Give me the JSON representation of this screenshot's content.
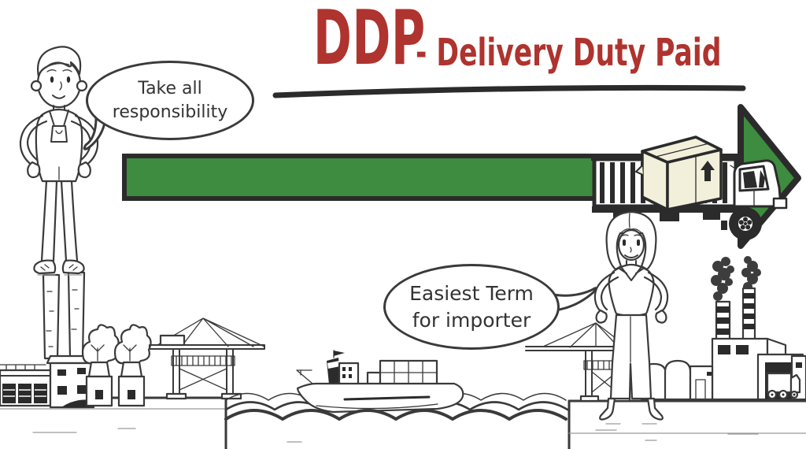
{
  "title": {
    "acronym": "DDP",
    "rest": "- Delivery Duty Paid"
  },
  "speech_bubbles": {
    "exporter": {
      "lines": [
        "Take all",
        "responsibility"
      ]
    },
    "importer": {
      "lines": [
        "Easiest Term",
        "for importer"
      ]
    }
  },
  "colors": {
    "title_red": "#AF332E",
    "arrow_green": "#3E8C3F",
    "ink": "#3A3A3A",
    "ink_dark": "#2B2B2B",
    "box_cream": "#F2EFDB",
    "background": "#FFFFFF"
  },
  "scene": {
    "icons": [
      "man-in-overalls-figure",
      "factory-chimney-icon",
      "exporter-house-icon",
      "warehouse-icon",
      "tree-icon",
      "port-crane-icon",
      "water-waves",
      "cargo-ship-icon",
      "green-progress-arrow",
      "container-icon",
      "package-box-icon",
      "delivery-truck-icon",
      "woman-figure",
      "importer-factory-icon",
      "smoke-icon",
      "garage-truck-icon"
    ]
  }
}
